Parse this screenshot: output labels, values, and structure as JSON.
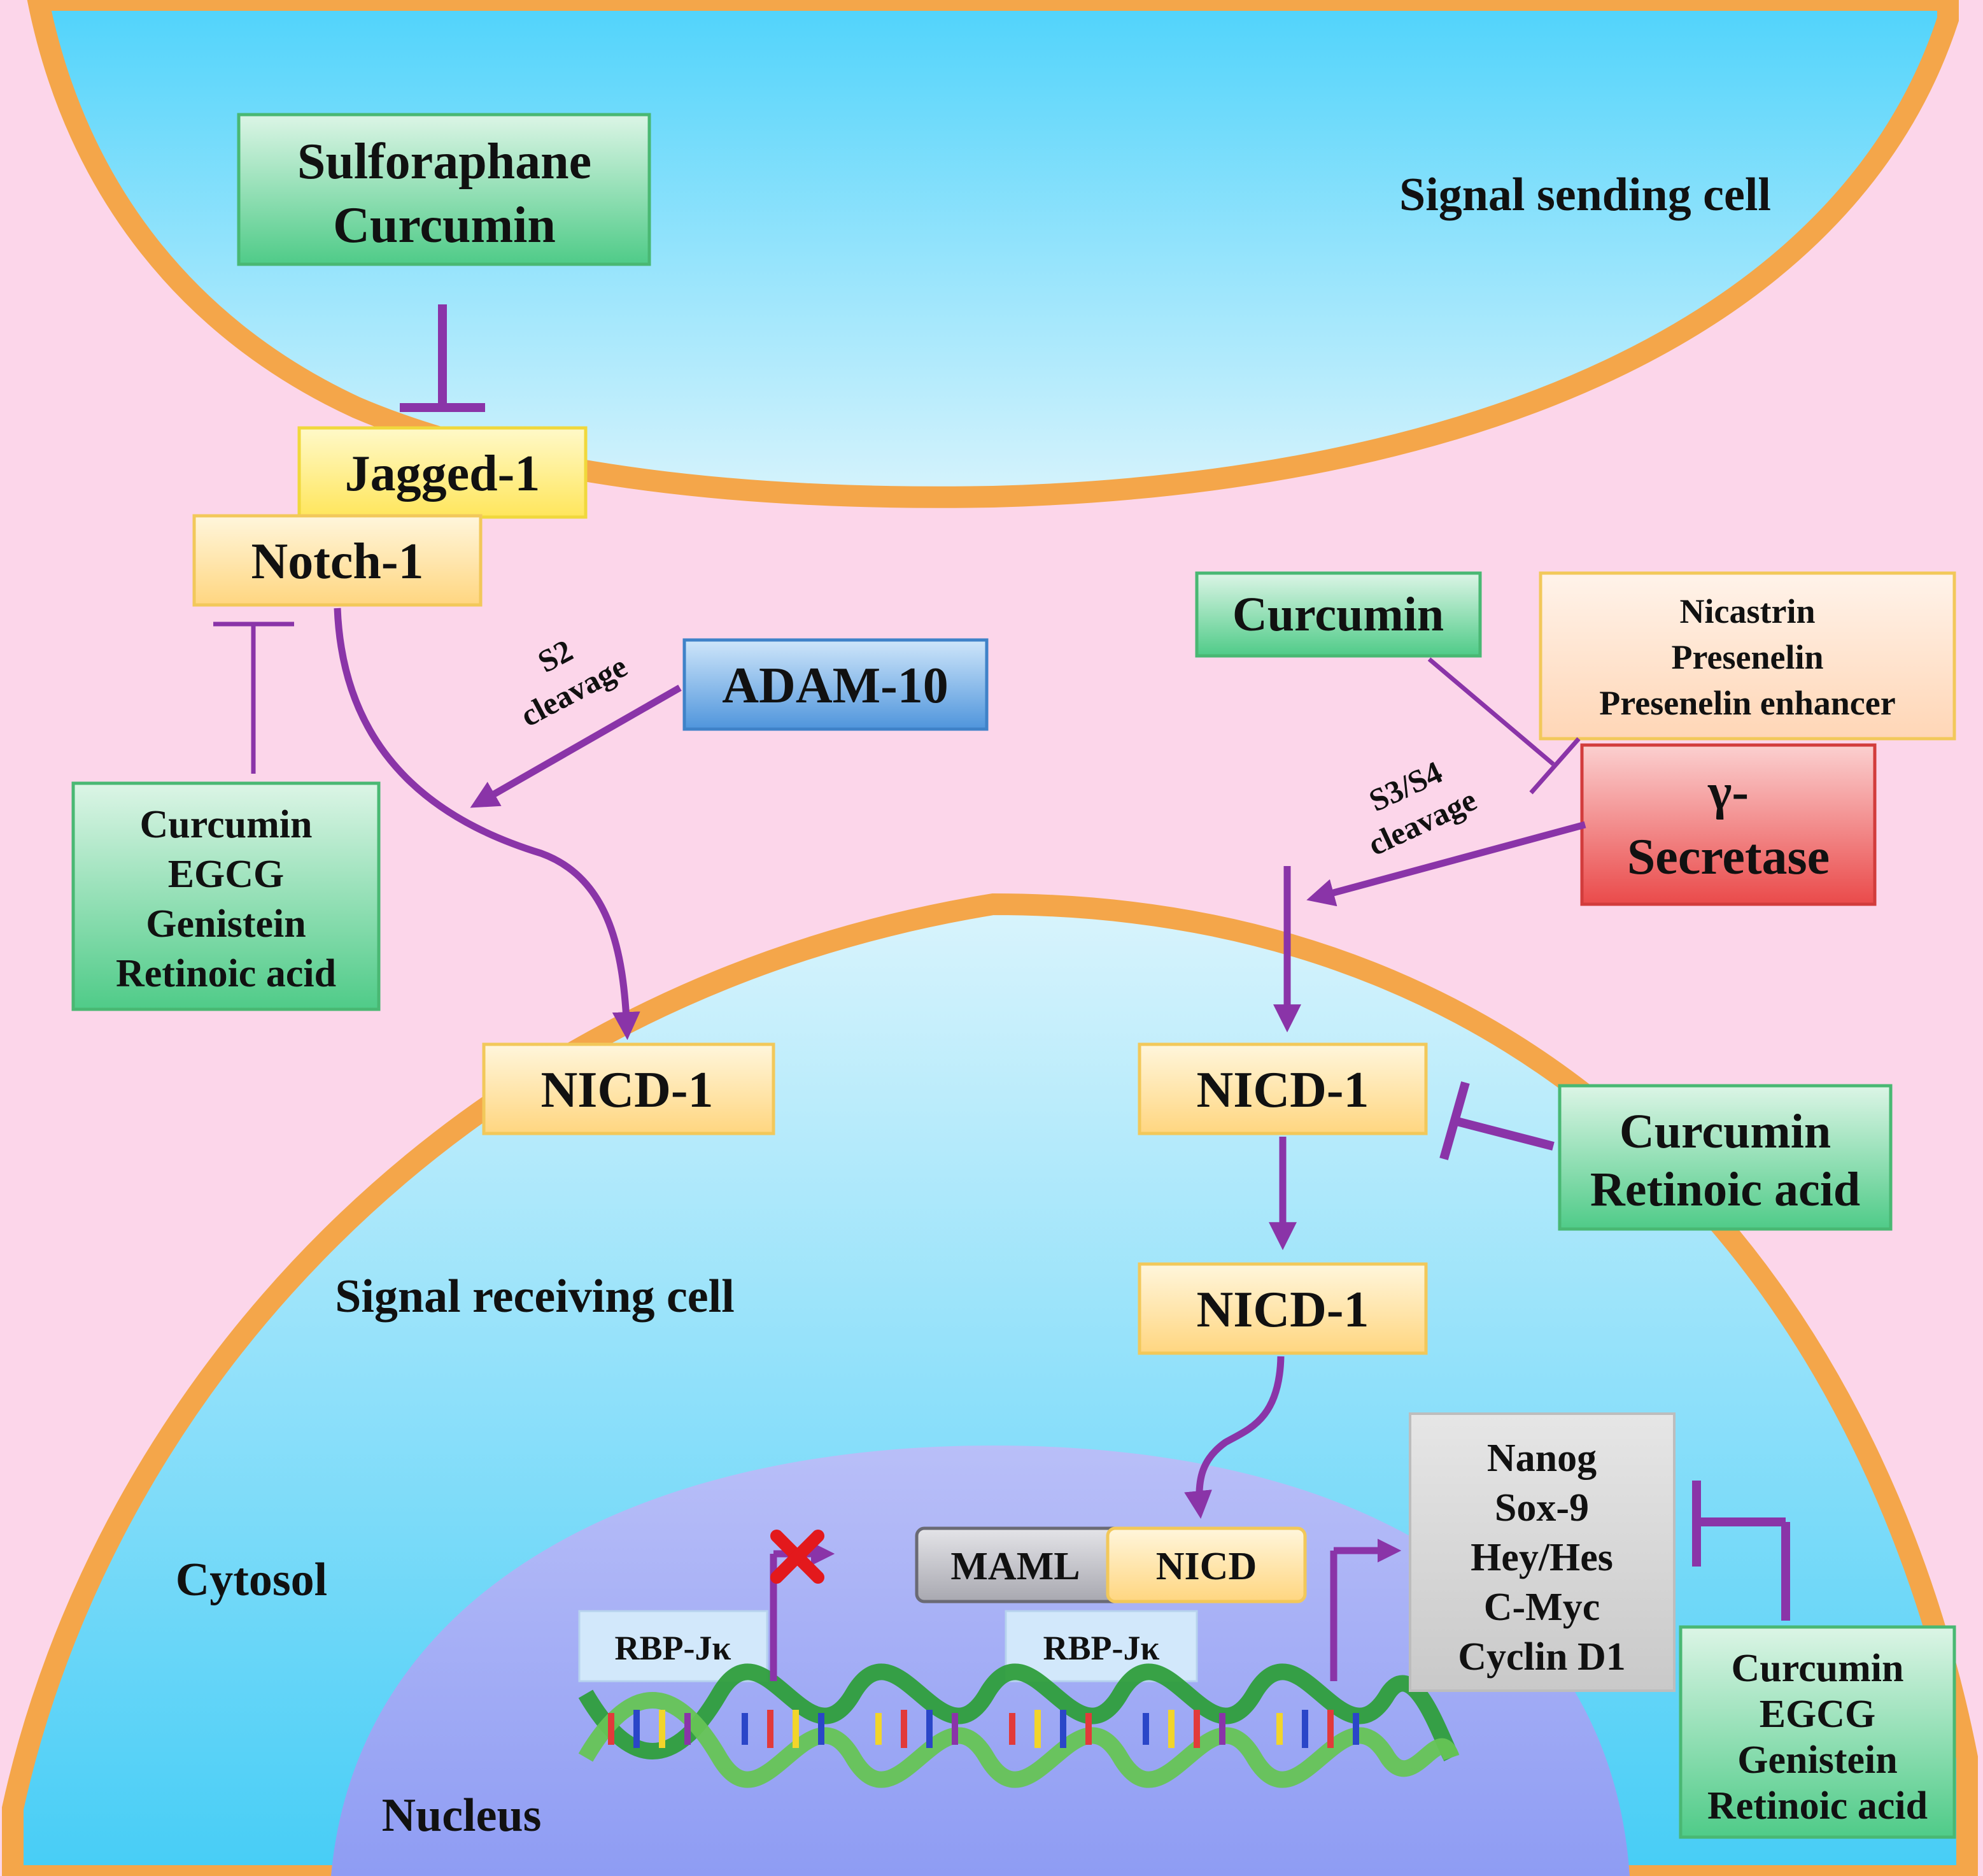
{
  "regions": {
    "sending_cell": "Signal sending cell",
    "receiving_cell": "Signal receiving cell",
    "cytosol": "Cytosol",
    "nucleus": "Nucleus"
  },
  "boxes": {
    "sulforaphane_curcumin": [
      "Sulforaphane",
      "Curcumin"
    ],
    "jagged": "Jagged-1",
    "notch": "Notch-1",
    "adam": "ADAM-10",
    "curcumin_gamma": "Curcumin",
    "secretase_components": [
      "Nicastrin",
      "Presenelin",
      "Presenelin enhancer"
    ],
    "gamma_secretase": [
      "γ-",
      "Secretase"
    ],
    "left_inhibitors": [
      "Curcumin",
      "EGCG",
      "Genistein",
      "Retinoic acid"
    ],
    "nicd_left": "NICD-1",
    "nicd_right_1": "NICD-1",
    "nicd_right_2": "NICD-1",
    "nicd_inhibitors": [
      "Curcumin",
      "Retinoic acid"
    ],
    "maml": "MAML",
    "nicd_complex": "NICD",
    "rbp_left": "RBP-Jκ",
    "rbp_right": "RBP-Jκ",
    "targets": [
      "Nanog",
      "Sox-9",
      "Hey/Hes",
      "C-Myc",
      "Cyclin D1"
    ],
    "target_inhibitors": [
      "Curcumin",
      "EGCG",
      "Genistein",
      "Retinoic acid"
    ]
  },
  "cleavage": {
    "s2": [
      "S2",
      "cleavage"
    ],
    "s3s4": [
      "S3/S4",
      "cleavage"
    ]
  },
  "colors": {
    "background": "#fcd6ea",
    "cell": "#56d5f7",
    "membrane": "#f7b04c",
    "nucleus": "#a9b4f6",
    "arrow": "#8a34a8",
    "green_box": "#5fcf92",
    "yellow_box": "#ffe680",
    "orange_box": "#ffe0a8",
    "blue_box": "#5a9fe0",
    "red_box": "#ee5656",
    "grey_box": "#d4d4d4",
    "peach_box": "#ffdcc4",
    "rbp_box": "#d2e8fb"
  }
}
